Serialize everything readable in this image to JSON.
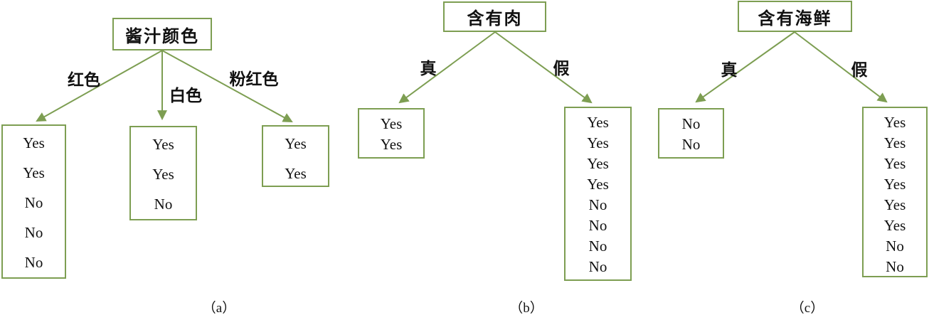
{
  "colors": {
    "line": "#7d9e52",
    "text": "#111111",
    "background": "#ffffff"
  },
  "trees": [
    {
      "id": "a",
      "root": "酱汁颜色",
      "branches": [
        "红色",
        "白色",
        "粉红色"
      ],
      "leaves": [
        [
          "Yes",
          "Yes",
          "No",
          "No",
          "No"
        ],
        [
          "Yes",
          "Yes",
          "No"
        ],
        [
          "Yes",
          "Yes"
        ]
      ],
      "caption": "（a）"
    },
    {
      "id": "b",
      "root": "含有肉",
      "branches": [
        "真",
        "假"
      ],
      "leaves": [
        [
          "Yes",
          "Yes"
        ],
        [
          "Yes",
          "Yes",
          "Yes",
          "Yes",
          "No",
          "No",
          "No",
          "No"
        ]
      ],
      "caption": "（b）"
    },
    {
      "id": "c",
      "root": "含有海鲜",
      "branches": [
        "真",
        "假"
      ],
      "leaves": [
        [
          "No",
          "No"
        ],
        [
          "Yes",
          "Yes",
          "Yes",
          "Yes",
          "Yes",
          "Yes",
          "No",
          "No"
        ]
      ],
      "caption": "（c）"
    }
  ]
}
